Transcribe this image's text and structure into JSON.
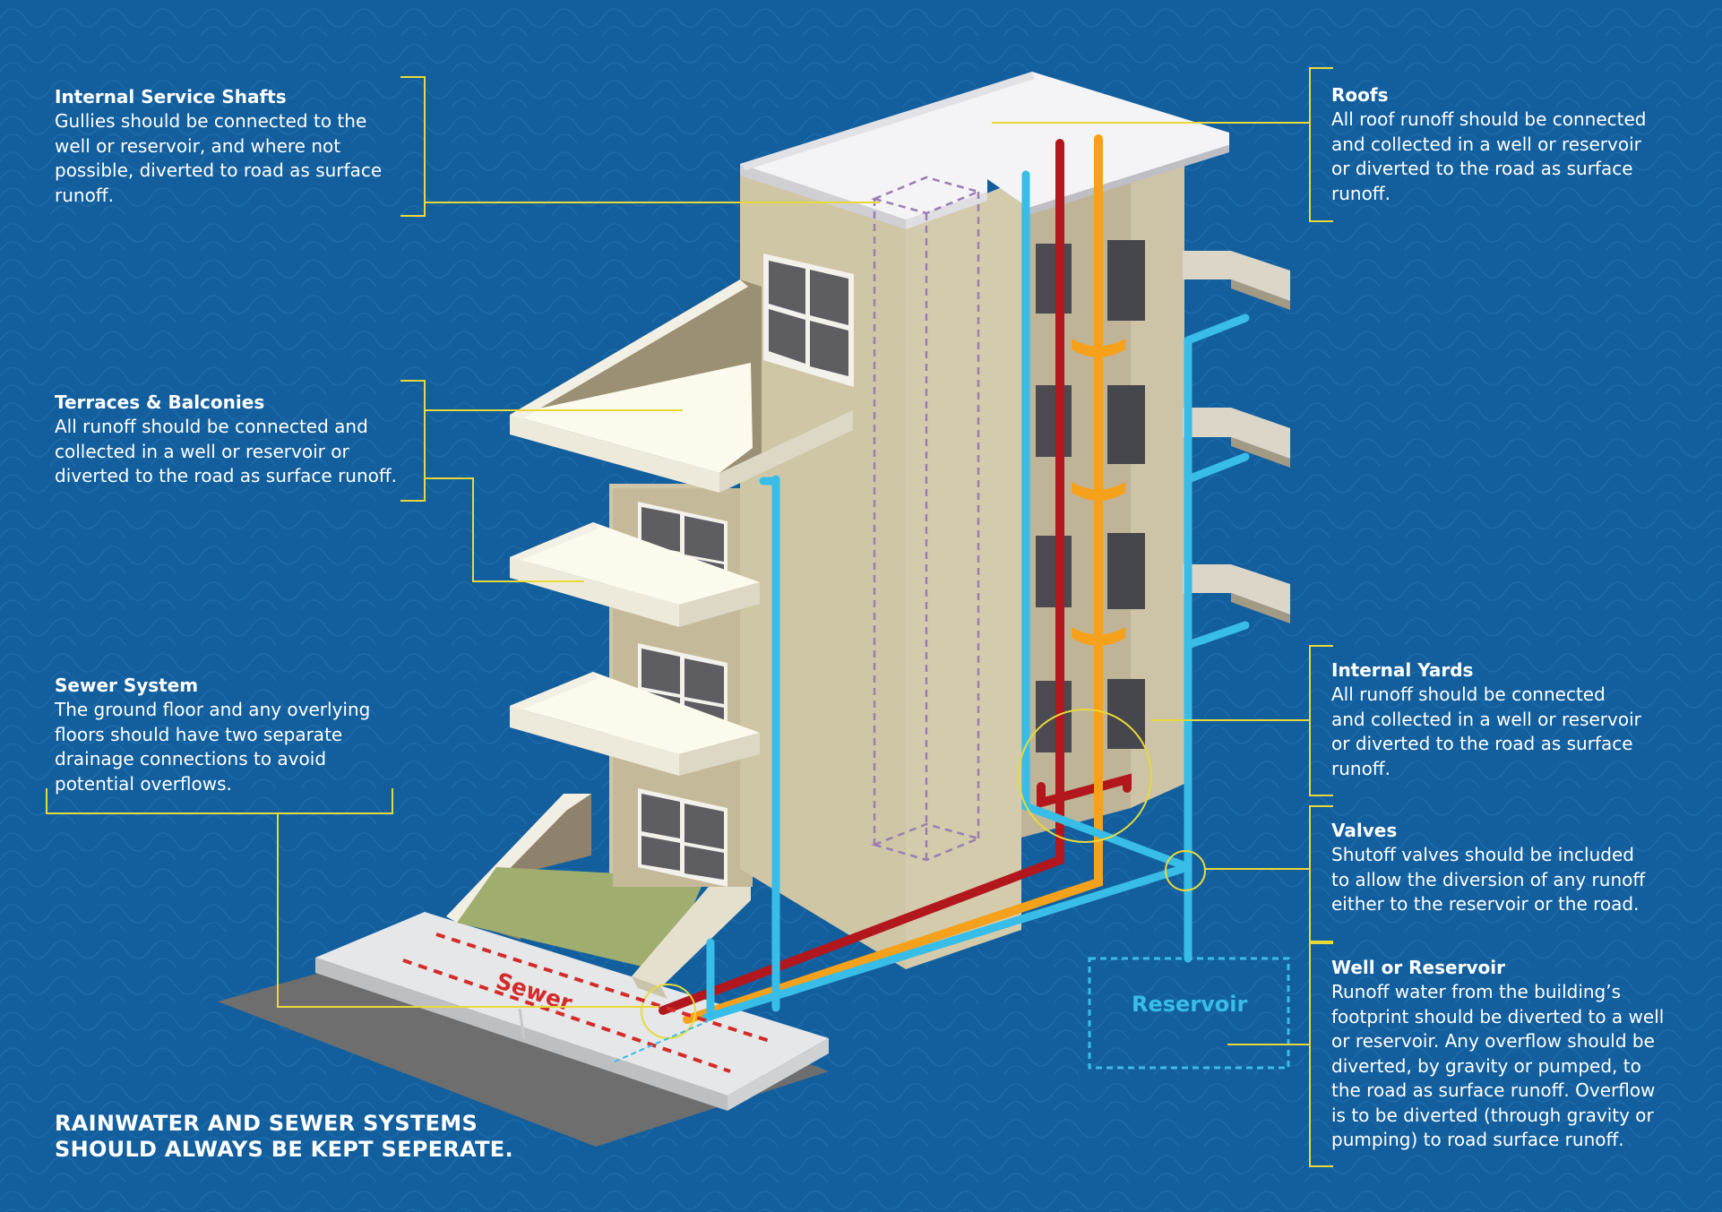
{
  "colors": {
    "background": "#135f9e",
    "leader_line": "#e8d93a",
    "rainwater_pipe": "#38bde8",
    "sewer_pipe_red": "#b1171c",
    "sewer_pipe_orange": "#f5a11c",
    "sewer_label": "#d42a2a",
    "reservoir": "#38bde8",
    "shaft_dashed": "#9a7db5"
  },
  "callouts": {
    "internal_service_shafts": {
      "title": "Internal Service Shafts",
      "lines": [
        "Gullies should be connected to the",
        "well or reservoir, and where not",
        "possible, diverted to road as surface",
        "runoff."
      ]
    },
    "terraces_balconies": {
      "title": "Terraces & Balconies",
      "lines": [
        "All runoff should be connected and",
        "collected in a well or reservoir or",
        "diverted to the road as surface runoff."
      ]
    },
    "sewer_system": {
      "title": "Sewer System",
      "lines": [
        "The ground floor and any overlying",
        "floors should have two separate",
        "drainage connections to avoid",
        "potential overflows."
      ]
    },
    "roofs": {
      "title": "Roofs",
      "lines": [
        "All roof runoff should be connected",
        "and collected in a well or reservoir",
        "or diverted to the road as surface",
        "runoff."
      ]
    },
    "internal_yards": {
      "title": "Internal Yards",
      "lines": [
        "All runoff should be connected",
        "and collected in a well or reservoir",
        "or diverted to the road as surface",
        "runoff."
      ]
    },
    "valves": {
      "title": "Valves",
      "lines": [
        "Shutoff valves should be included",
        "to allow the diversion of any runoff",
        "either to the reservoir or the road."
      ]
    },
    "well_reservoir": {
      "title": "Well or Reservoir",
      "lines": [
        "Runoff water from the building’s",
        "footprint should be diverted to a well",
        "or reservoir. Any overflow should be",
        "diverted, by gravity or pumped, to",
        "the road as surface runoff. Overflow",
        "is to be diverted (through gravity or",
        "pumping) to road surface runoff."
      ]
    }
  },
  "labels": {
    "sewer": "Sewer",
    "reservoir": "Reservoir"
  },
  "footer": {
    "line1": "RAINWATER AND SEWER SYSTEMS",
    "line2": "SHOULD ALWAYS BE KEPT SEPERATE."
  }
}
